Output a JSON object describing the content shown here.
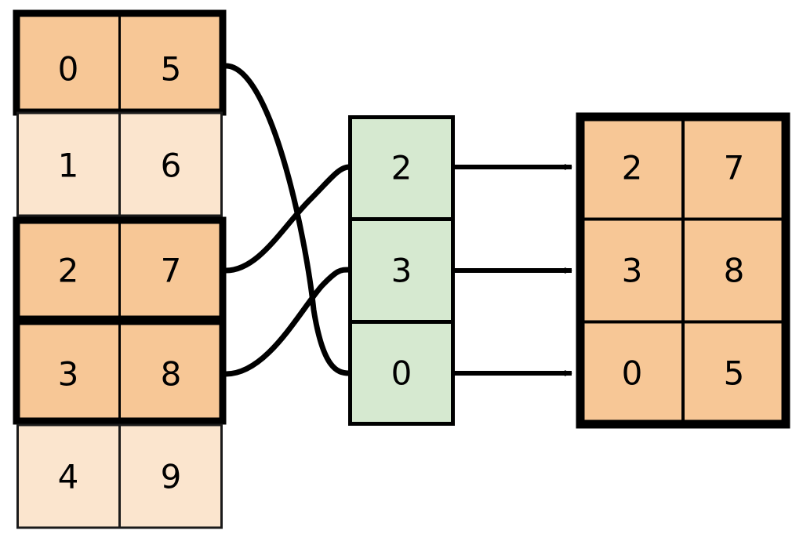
{
  "diagram": {
    "title": "array-gather-scatter-diagram",
    "colors": {
      "highlight_fill": "#f7c796",
      "normal_fill": "#fbe5ce",
      "index_fill": "#d6e9d0",
      "stroke": "#000000",
      "thin_stroke": "#1a1a1a",
      "background": "#ffffff"
    },
    "source_table": {
      "name": "source-array",
      "columns": 2,
      "rows": [
        {
          "row_index": 0,
          "values": [
            "0",
            "5"
          ],
          "highlighted": true
        },
        {
          "row_index": 1,
          "values": [
            "1",
            "6"
          ],
          "highlighted": false
        },
        {
          "row_index": 2,
          "values": [
            "2",
            "7"
          ],
          "highlighted": true
        },
        {
          "row_index": 3,
          "values": [
            "3",
            "8"
          ],
          "highlighted": true
        },
        {
          "row_index": 4,
          "values": [
            "4",
            "9"
          ],
          "highlighted": false
        }
      ]
    },
    "index_column": {
      "name": "index-vector",
      "cells": [
        {
          "cell_index": 0,
          "value": "2"
        },
        {
          "cell_index": 1,
          "value": "3"
        },
        {
          "cell_index": 2,
          "value": "0"
        }
      ]
    },
    "result_table": {
      "name": "result-array",
      "columns": 2,
      "rows": [
        {
          "row_index": 0,
          "values": [
            "2",
            "7"
          ],
          "highlighted": true
        },
        {
          "row_index": 1,
          "values": [
            "3",
            "8"
          ],
          "highlighted": true
        },
        {
          "row_index": 2,
          "values": [
            "0",
            "5"
          ],
          "highlighted": true
        }
      ]
    },
    "connectors": [
      {
        "name": "connector-source-row0-to-index2",
        "from_row": 0,
        "to_index_cell": 2
      },
      {
        "name": "connector-source-row2-to-index0",
        "from_row": 2,
        "to_index_cell": 0
      },
      {
        "name": "connector-source-row3-to-index1",
        "from_row": 3,
        "to_index_cell": 1
      }
    ],
    "arrows": [
      {
        "name": "arrow-index0-to-result-row0",
        "from_index_cell": 0,
        "to_result_row": 0
      },
      {
        "name": "arrow-index1-to-result-row1",
        "from_index_cell": 1,
        "to_result_row": 1
      },
      {
        "name": "arrow-index2-to-result-row2",
        "from_index_cell": 2,
        "to_result_row": 2
      }
    ]
  }
}
